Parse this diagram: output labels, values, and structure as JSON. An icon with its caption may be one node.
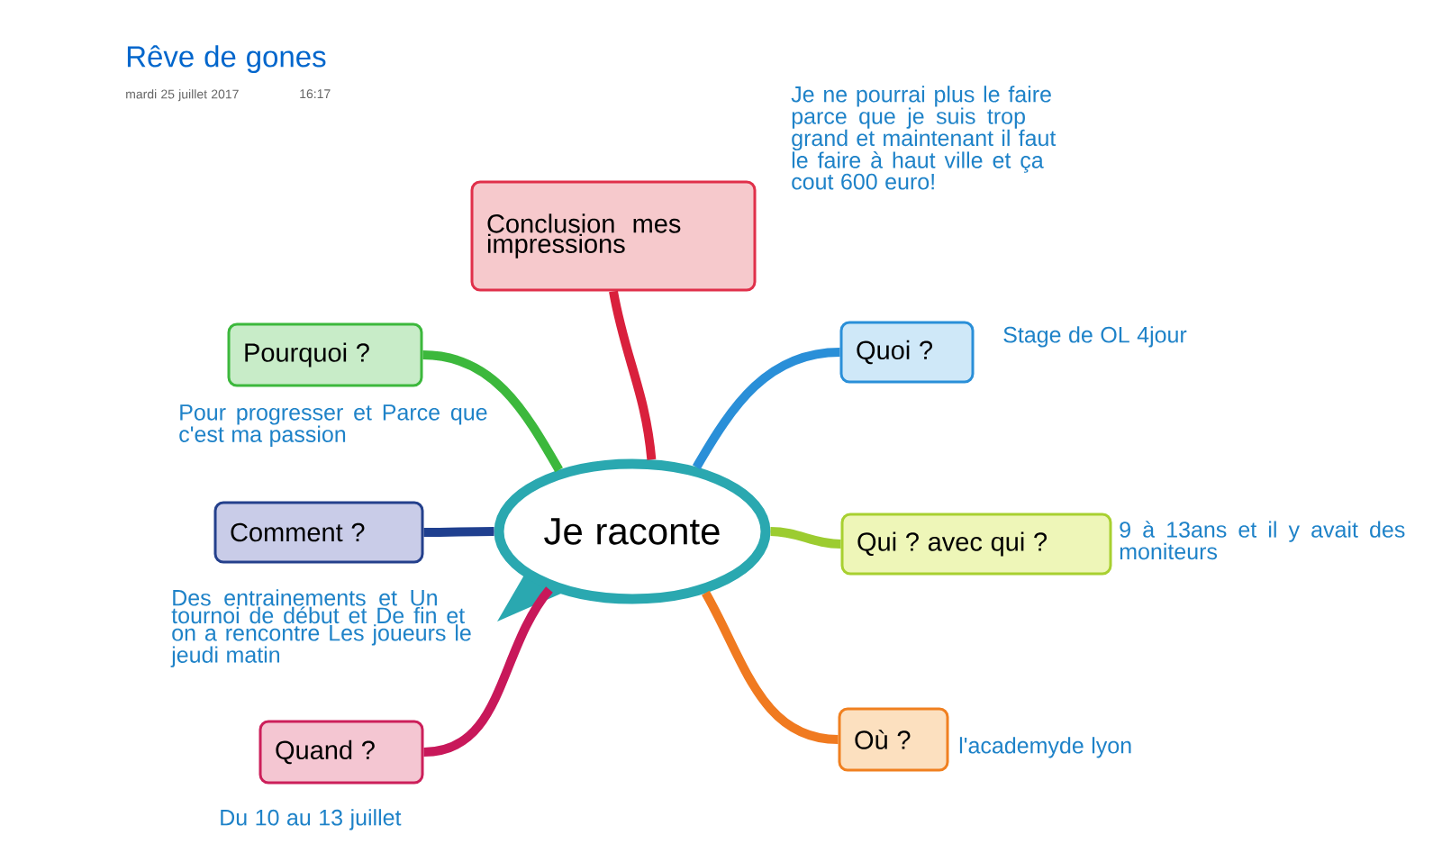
{
  "diagram": {
    "title": "Rêve de gones",
    "nodes": [
      {
        "text": [
          "Je raconte"
        ]
      },
      {
        "text": [
          "Conclusion mes impressions"
        ],
        "beside": [
          "Je ne pourrai plus le faire parce que je suis trop grand et maintenant il faut le faire à haut ville et ça cout 600 euro!"
        ]
      },
      {
        "text": [
          "Pourquoi ?"
        ],
        "beside": [
          "Pour progresser et Parce que c'est ma passion"
        ]
      },
      {
        "text": [
          "Comment ?"
        ],
        "beside": [
          "Des entrainements et Un tournoi de début et De fin et on a rencontre Les joueurs le jeudi matin"
        ]
      },
      {
        "text": [
          "Quand ?"
        ],
        "beside": [
          "Du 10 au 13 juillet"
        ]
      },
      {
        "text": [
          "Quoi ?"
        ],
        "beside": [
          "Stage de OL 4jour"
        ]
      },
      {
        "text": [
          "Qui ? avec qui ?"
        ],
        "beside": [
          "9 à 13ans et il y avait des moniteurs"
        ]
      },
      {
        "text": [
          "Où ?"
        ],
        "beside": [
          "l'academyde lyon"
        ]
      }
    ],
    "edges": [
      {
        "from": 0,
        "to": 1,
        "arrow": "none",
        "color": "#d9203c"
      },
      {
        "from": 0,
        "to": 2,
        "arrow": "none",
        "color": "#3cb83c"
      },
      {
        "from": 0,
        "to": 3,
        "arrow": "none",
        "color": "#1f3f8f"
      },
      {
        "from": 0,
        "to": 4,
        "arrow": "none",
        "color": "#c8185a"
      },
      {
        "from": 0,
        "to": 5,
        "arrow": "none",
        "color": "#2a8fd8"
      },
      {
        "from": 0,
        "to": 6,
        "arrow": "none",
        "color": "#9ccc30"
      },
      {
        "from": 0,
        "to": 7,
        "arrow": "none",
        "color": "#f07a20"
      }
    ],
    "labels": [
      "mardi 25 juillet 2017",
      "16:17"
    ]
  }
}
